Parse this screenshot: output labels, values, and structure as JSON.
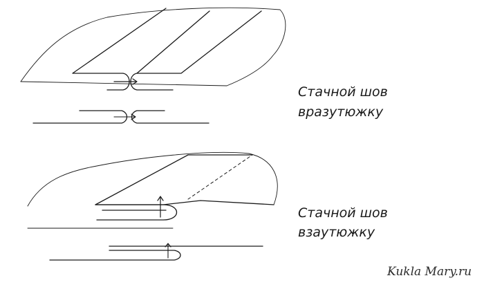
{
  "labels": {
    "seam_open_line1": "Стачной шов",
    "seam_open_line2": "вразутюжку",
    "seam_pressed_line1": "Стачной шов",
    "seam_pressed_line2": "взаутюжку"
  },
  "watermark": "Kukla Mary.ru",
  "colors": {
    "stroke": "#1a1a1a",
    "background": "#ffffff"
  }
}
